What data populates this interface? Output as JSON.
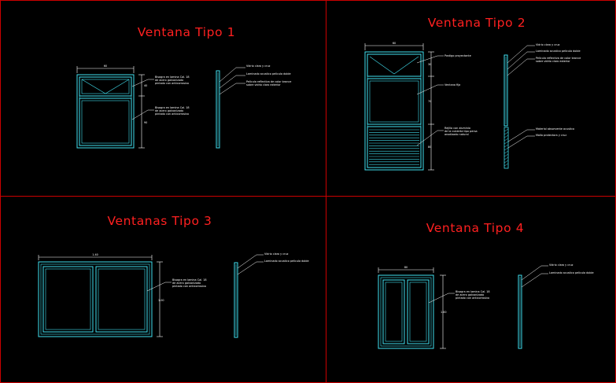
{
  "colors": {
    "background": "#000000",
    "border": "#cc0000",
    "title": "#ff2020",
    "frame": "#40e0f0",
    "dimension": "#ffffff",
    "leader": "#ffffff"
  },
  "panels": [
    {
      "title": "Ventana Tipo 1",
      "front_notes": [
        "Bisagra en lamina Cal. 18\nde acero galvanizado\npintado con anticorrosivo",
        "Bisagra en lamina Cal. 18\nde acero galvanizado\npintado con anticorrosivo"
      ],
      "section_notes": [
        "Vidrio claro y cruz",
        "Laminado acustico pelicula doble",
        "Pelicula reflectiva de color bronce\nsobre vidrio claro exterior"
      ],
      "dims": [
        "60",
        "40",
        "90"
      ]
    },
    {
      "title": "Ventana Tipo 2",
      "front_notes": [
        "Postigo proyectante",
        "Ventana fija",
        "Rejilla con aluminio\nde la cubierta tipo persa\nanodizado natural"
      ],
      "section_notes": [
        "Vidrio claro y cruz",
        "Laminado acustico pelicula doble",
        "Pelicula reflectiva de color bronce\nsobre vidrio claro exterior",
        "Material absorvente acustico",
        "Malla protectora y cruz"
      ],
      "dims": [
        "60",
        "30",
        "70",
        "80"
      ]
    },
    {
      "title": "Ventanas Tipo 3",
      "front_notes": [
        "Bisagra en lamina Cal. 18\nde acero galvanizado\npintado con anticorrosivo"
      ],
      "section_notes": [
        "Vidrio claro y cruz",
        "Laminado acustico pelicula doble"
      ],
      "dims": [
        "1.40",
        "1.00"
      ]
    },
    {
      "title": "Ventana Tipo 4",
      "front_notes": [
        "Bisagra en lamina Cal. 18\nde acero galvanizado\npintado con anticorrosivo"
      ],
      "section_notes": [
        "Vidrio claro y cruz",
        "Laminado acustico pelicula doble"
      ],
      "dims": [
        "80",
        "1.00"
      ]
    }
  ]
}
